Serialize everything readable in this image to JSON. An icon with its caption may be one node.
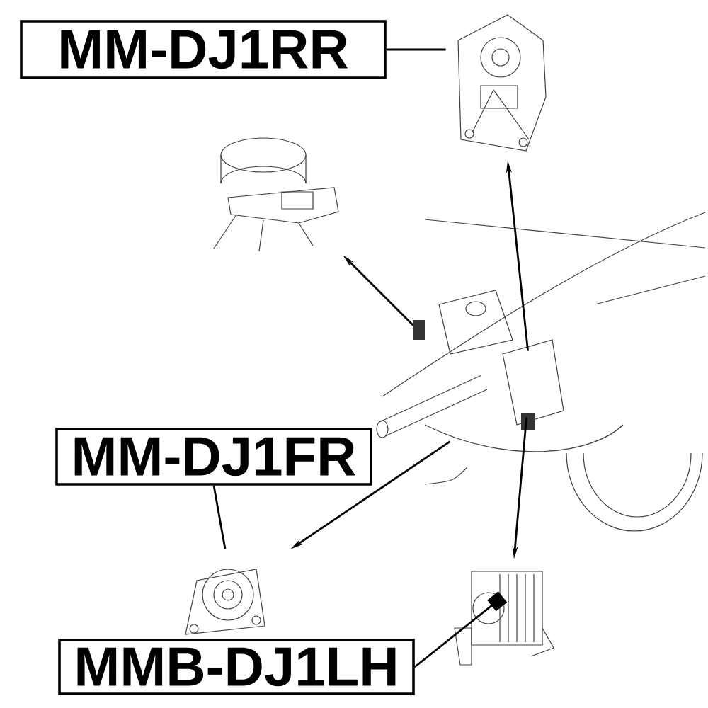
{
  "diagram": {
    "nodes": [
      {
        "text": [
          "MM-DJ1RR"
        ]
      },
      {
        "text": [],
        "shape": "picture"
      },
      {
        "text": [],
        "shape": "picture"
      },
      {
        "text": [],
        "shape": "picture"
      },
      {
        "text": [
          "MM-DJ1FR"
        ]
      },
      {
        "text": [],
        "shape": "picture"
      },
      {
        "text": [
          "MMB-DJ1LH"
        ]
      },
      {
        "text": [],
        "shape": "picture"
      }
    ],
    "edges": [
      {
        "from": 0,
        "to": 1,
        "arrow": "none"
      },
      {
        "from": 4,
        "to": 5,
        "arrow": "none"
      },
      {
        "from": 6,
        "to": 7,
        "arrow": "other"
      },
      {
        "from": 3,
        "to": 2,
        "arrow": "to"
      },
      {
        "from": 3,
        "to": 1,
        "arrow": "to"
      },
      {
        "from": 3,
        "to": 5,
        "arrow": "to"
      },
      {
        "from": 3,
        "to": 7,
        "arrow": "to"
      }
    ]
  }
}
